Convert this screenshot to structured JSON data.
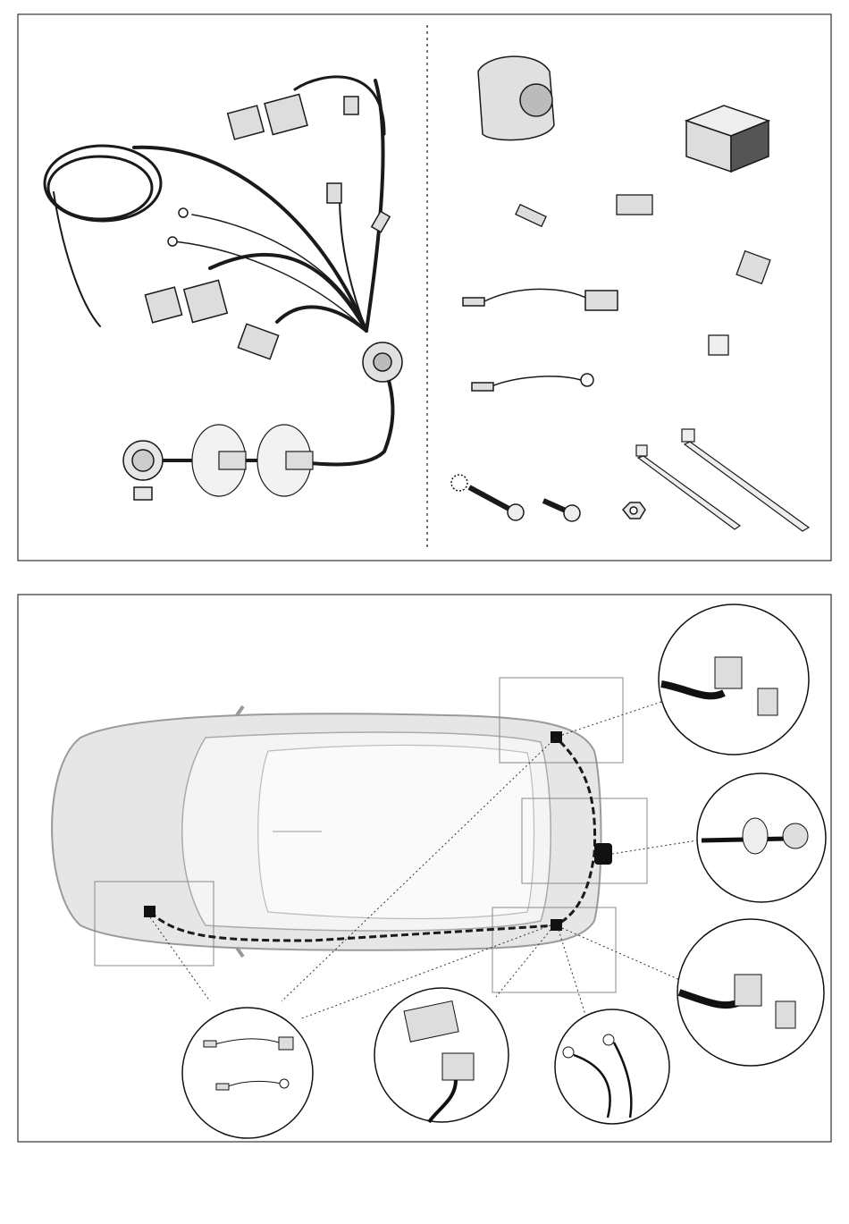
{
  "colors": {
    "line": "#1a1a1a",
    "panel_border": "#333333",
    "car_body": "#e6e6e6",
    "car_outline": "#9a9a9a",
    "component_fill": "#d9d9d9"
  },
  "top_panel": {
    "harness_parts": [
      "wiring-harness-icon",
      "13-pin-socket-icon",
      "mounting-plate-icon",
      "grommet-icon",
      "vehicle-connector-icon"
    ],
    "kit_parts": [
      "socket-cover-icon",
      "control-module-icon",
      "connector-icon",
      "relay-holder-icon",
      "fuse-icon",
      "adapter-cable-icon",
      "ground-cable-icon",
      "screw-icon",
      "nut-icon",
      "cable-tie-icon"
    ]
  },
  "bottom_panel": {
    "details": [
      "detail-rear-light-connector-right",
      "detail-socket-mount",
      "detail-rear-light-connector-left",
      "detail-ground-point",
      "detail-control-module",
      "detail-power-cables"
    ]
  }
}
